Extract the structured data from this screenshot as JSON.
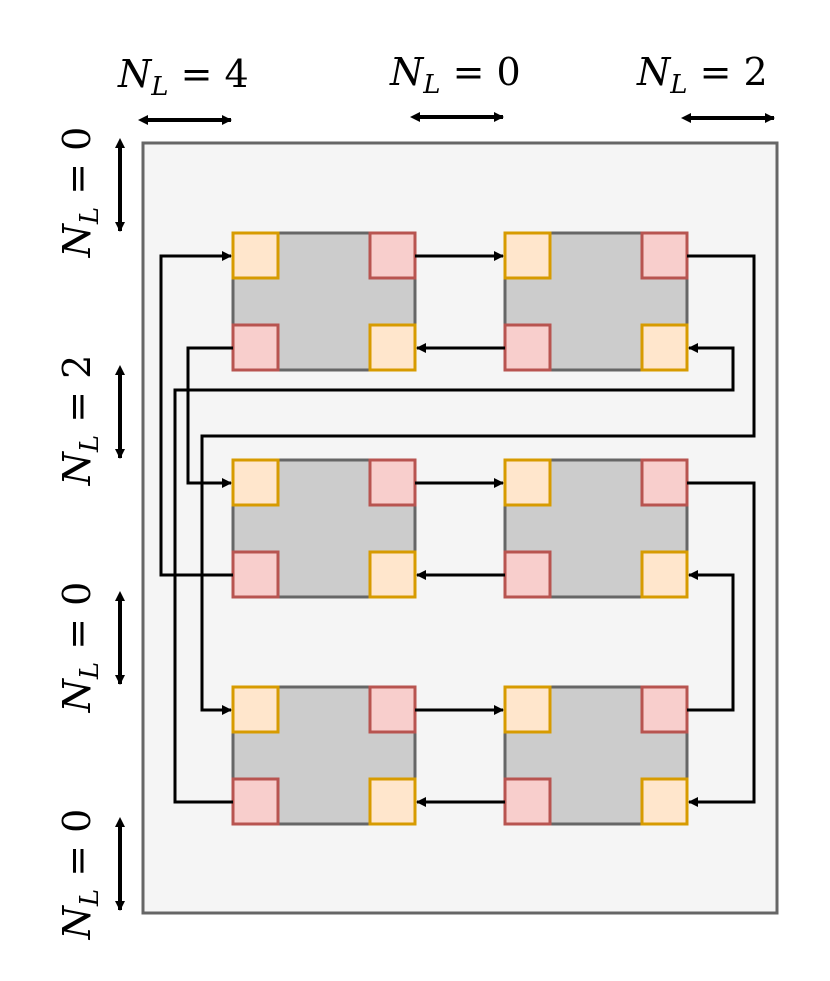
{
  "labels": {
    "top": [
      {
        "sym": "N",
        "sub": "L",
        "eq": " = 4"
      },
      {
        "sym": "N",
        "sub": "L",
        "eq": " = 0"
      },
      {
        "sym": "N",
        "sub": "L",
        "eq": " = 2"
      }
    ],
    "left": [
      {
        "sym": "N",
        "sub": "L",
        "eq": " = 0"
      },
      {
        "sym": "N",
        "sub": "L",
        "eq": " = 2"
      },
      {
        "sym": "N",
        "sub": "L",
        "eq": " = 0"
      },
      {
        "sym": "N",
        "sub": "L",
        "eq": " = 0"
      }
    ]
  },
  "colors": {
    "frame_stroke": "#666666",
    "frame_fill": "#f5f5f5",
    "block_fill": "#cccccc",
    "block_stroke": "#666666",
    "orange_fill": "#ffe6cc",
    "orange_stroke": "#d79b00",
    "red_fill": "#f8cecc",
    "red_stroke": "#b85450",
    "wire": "#000000"
  }
}
